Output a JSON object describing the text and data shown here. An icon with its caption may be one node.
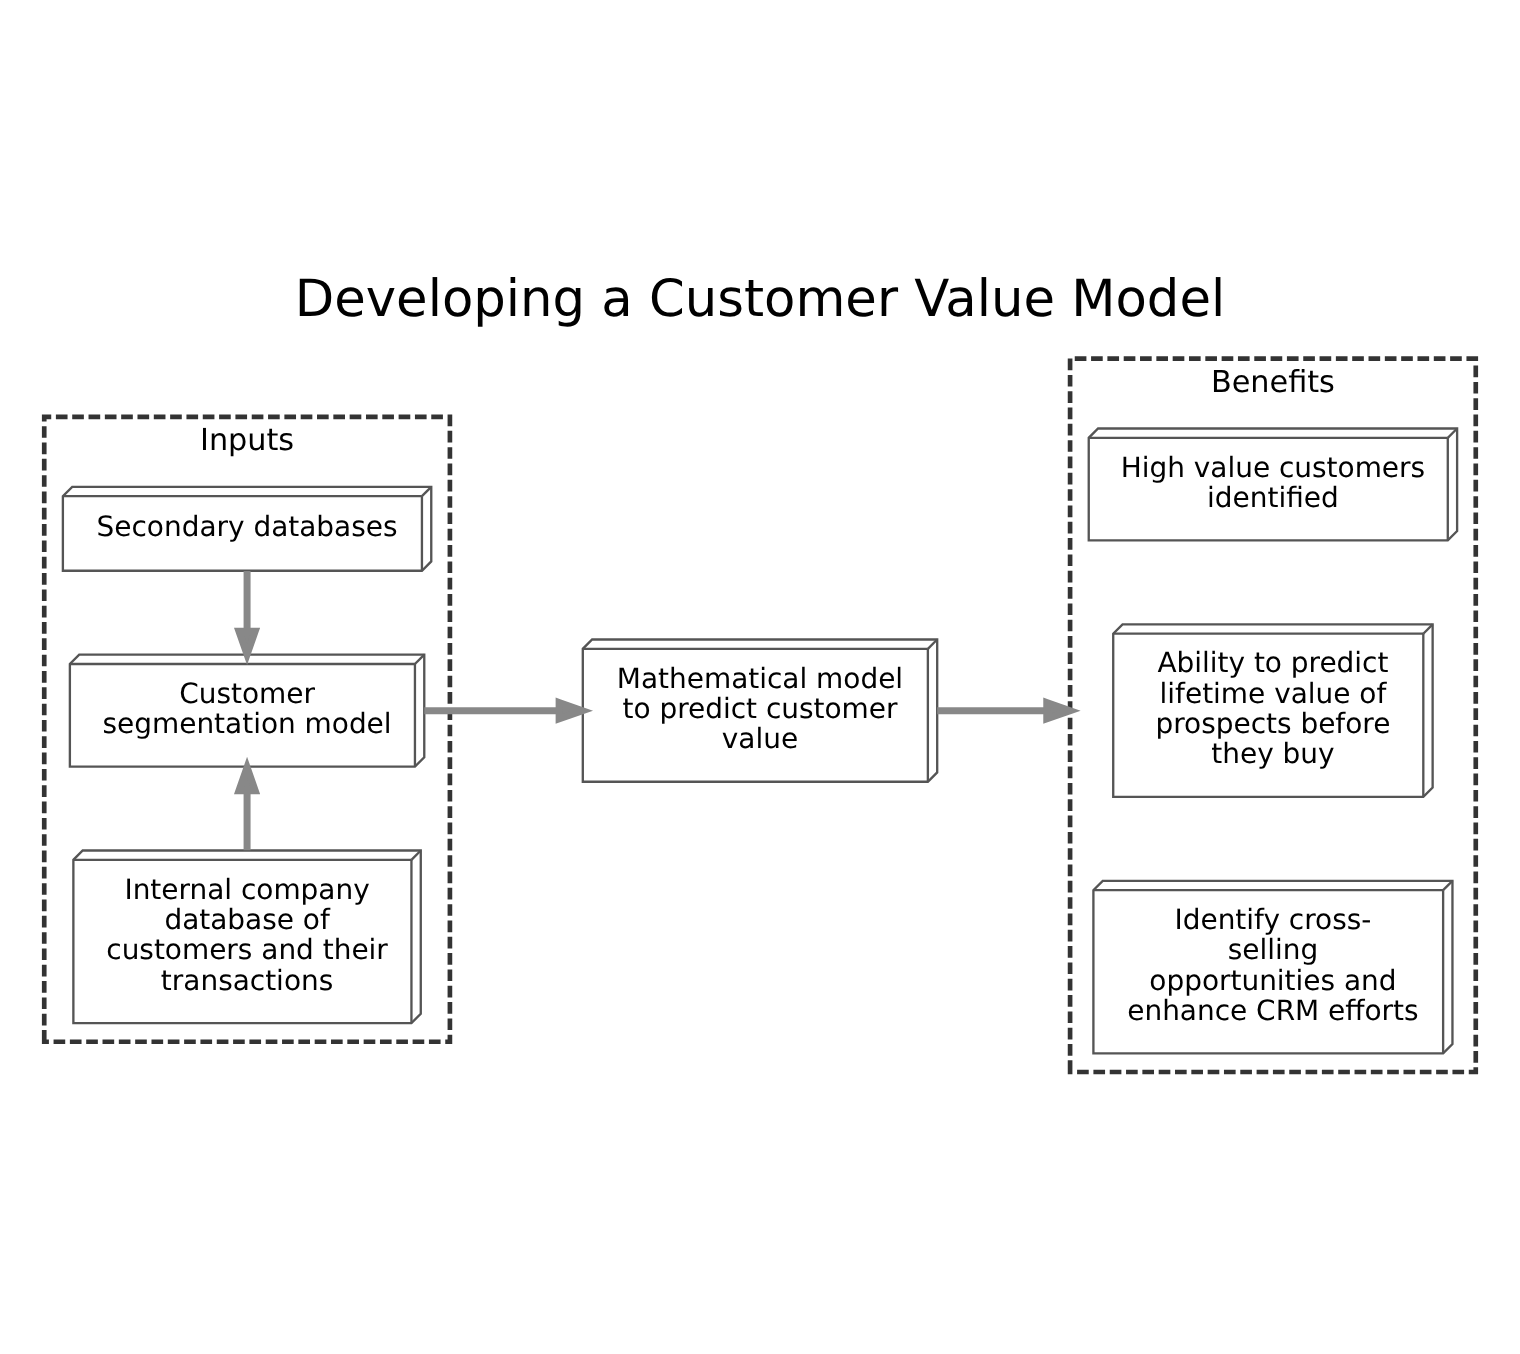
{
  "diagram": {
    "title": "Developing a Customer Value Model",
    "nodes": [
      {
        "text": [
          "Inputs"
        ]
      },
      {
        "text": [
          "Internal company database of customers and their transactions"
        ],
        "in": 0
      },
      {
        "text": [
          "Customer segmentation model"
        ],
        "in": 0
      },
      {
        "text": [
          "Secondary databases"
        ],
        "in": 0
      },
      {
        "text": [
          "Mathematical model to predict customer value"
        ]
      },
      {
        "text": [
          "Benefits"
        ]
      },
      {
        "text": [
          "High value customers identified"
        ],
        "in": 5
      },
      {
        "text": [
          "Ability to predict lifetime value of prospects before they buy"
        ],
        "in": 5
      },
      {
        "text": [
          "Identify cross-selling opportunities and enhance CRM efforts"
        ],
        "in": 5
      }
    ],
    "edges": [
      {
        "from": 1,
        "to": 2,
        "arrow": "to"
      },
      {
        "from": 3,
        "to": 2,
        "arrow": "to"
      },
      {
        "from": 2,
        "to": 4,
        "arrow": "to"
      },
      {
        "from": 4,
        "to": 5,
        "arrow": "to"
      }
    ]
  }
}
